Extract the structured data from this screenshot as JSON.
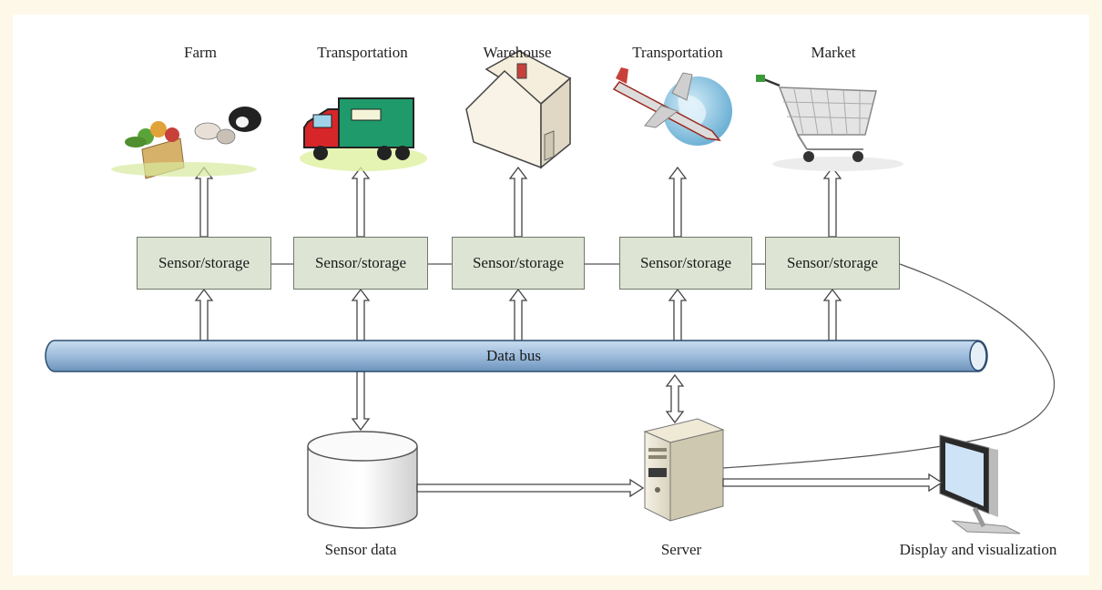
{
  "stages": [
    {
      "label": "Farm",
      "node": "Sensor/storage"
    },
    {
      "label": "Transportation",
      "node": "Sensor/storage"
    },
    {
      "label": "Warehouse",
      "node": "Sensor/storage"
    },
    {
      "label": "Transportation",
      "node": "Sensor/storage"
    },
    {
      "label": "Market",
      "node": "Sensor/storage"
    }
  ],
  "bus": {
    "label": "Data bus"
  },
  "bottom": {
    "sensor_data": "Sensor data",
    "server": "Server",
    "display": "Display and visualization"
  },
  "colors": {
    "bus_fill": "#9dbcdc",
    "bus_stroke": "#2c4c6e",
    "node_fill": "#dde4d3",
    "truck_body": "#1f9a6a",
    "truck_cab": "#d6262a"
  }
}
